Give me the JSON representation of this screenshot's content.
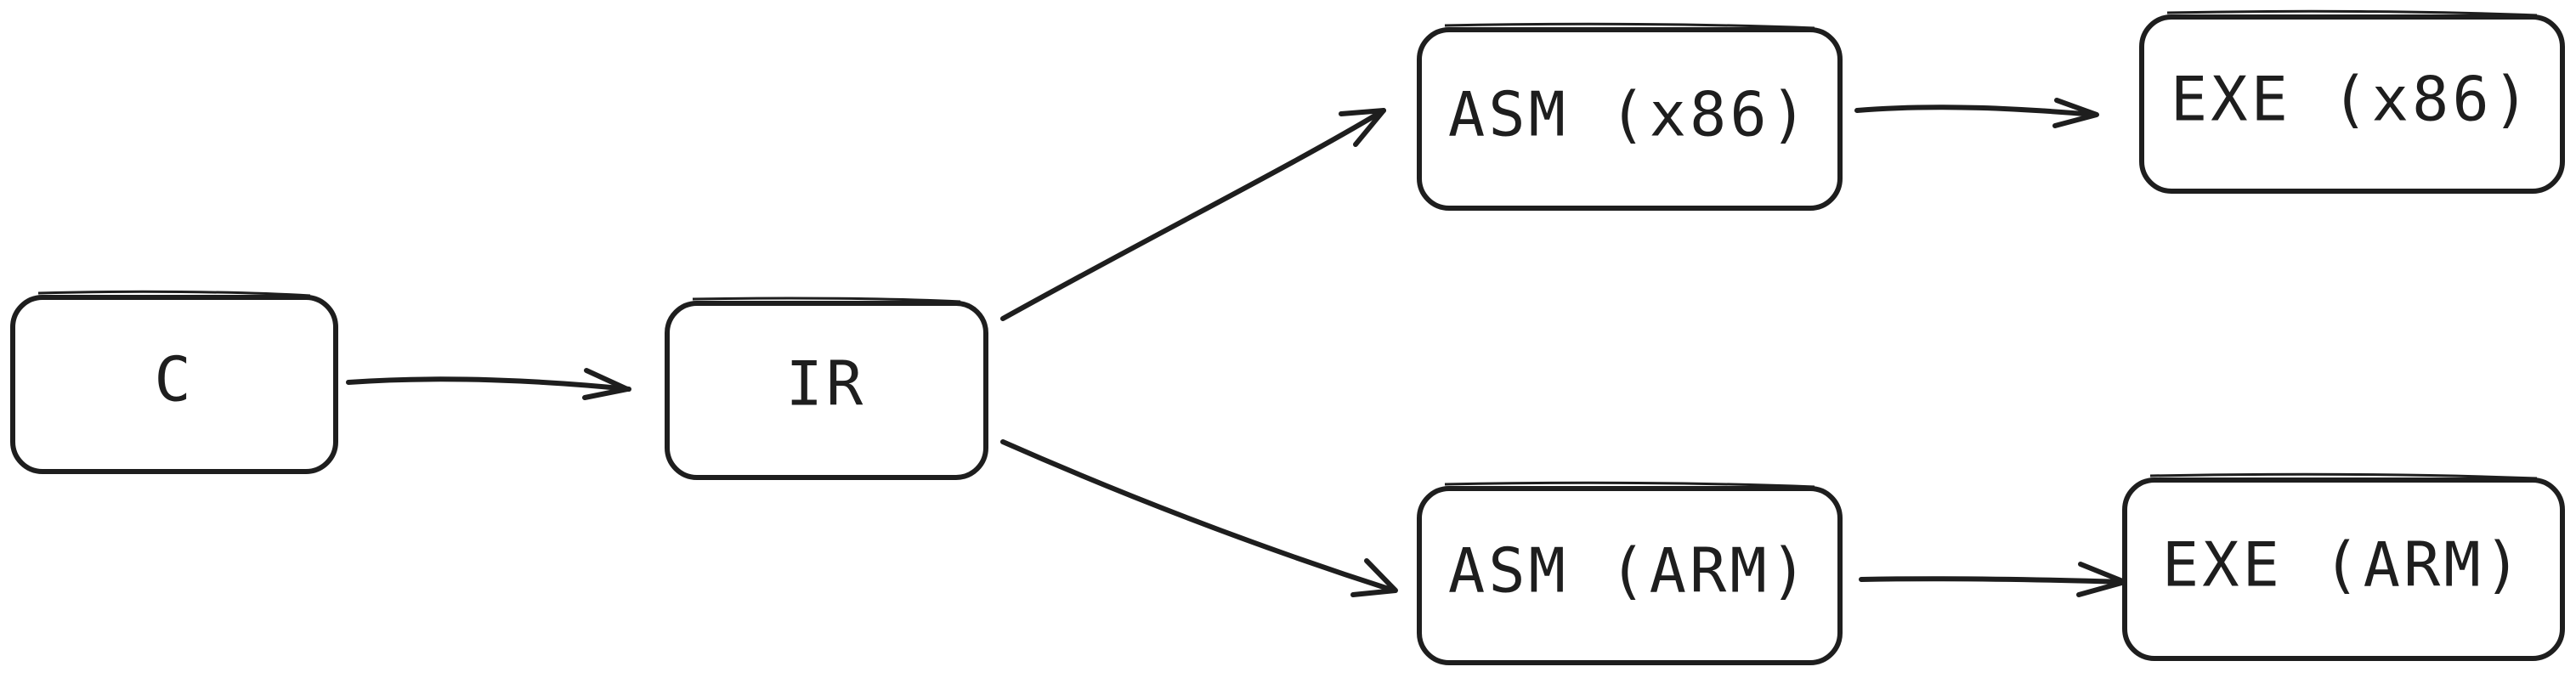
{
  "diagram": {
    "nodes": [
      {
        "id": "c",
        "label": "C"
      },
      {
        "id": "ir",
        "label": "IR"
      },
      {
        "id": "asm_x86",
        "label": "ASM (x86)"
      },
      {
        "id": "exe_x86",
        "label": "EXE (x86)"
      },
      {
        "id": "asm_arm",
        "label": "ASM (ARM)"
      },
      {
        "id": "exe_arm",
        "label": "EXE (ARM)"
      }
    ],
    "edges": [
      {
        "from": "c",
        "to": "ir"
      },
      {
        "from": "ir",
        "to": "asm_x86"
      },
      {
        "from": "ir",
        "to": "asm_arm"
      },
      {
        "from": "asm_x86",
        "to": "exe_x86"
      },
      {
        "from": "asm_arm",
        "to": "exe_arm"
      }
    ],
    "colors": {
      "stroke": "#1e1e1e",
      "background": "#ffffff"
    }
  }
}
